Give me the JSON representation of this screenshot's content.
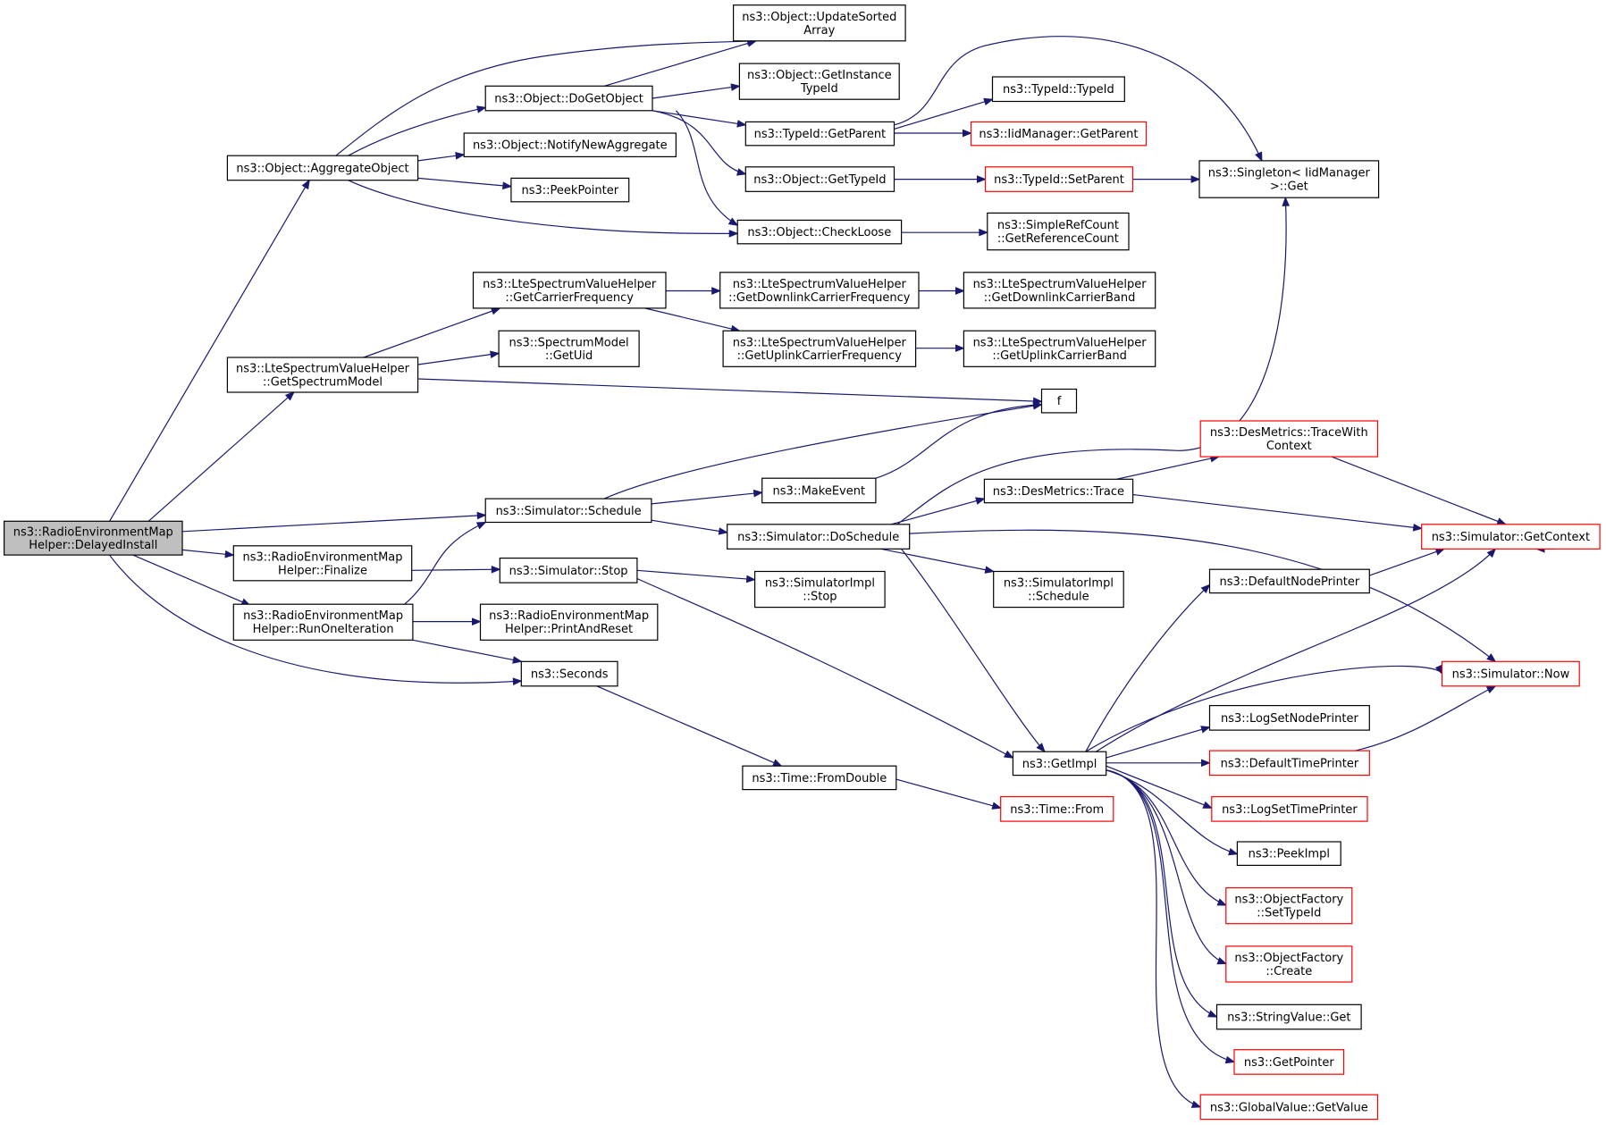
{
  "colors": {
    "edge": "#191970",
    "node_border": "#000000",
    "node_border_truncated": "#ff0000",
    "root_fill": "#bfbfbf",
    "node_fill": "#ffffff"
  },
  "nodes": [
    {
      "id": "root",
      "lines": [
        "ns3::RadioEnvironmentMap",
        "Helper::DelayedInstall"
      ],
      "style": "root"
    },
    {
      "id": "aggregate",
      "lines": [
        "ns3::Object::AggregateObject"
      ],
      "style": "normal"
    },
    {
      "id": "getspectrum",
      "lines": [
        "ns3::LteSpectrumValueHelper",
        "::GetSpectrumModel"
      ],
      "style": "normal"
    },
    {
      "id": "schedule",
      "lines": [
        "ns3::Simulator::Schedule"
      ],
      "style": "normal"
    },
    {
      "id": "finalize",
      "lines": [
        "ns3::RadioEnvironmentMap",
        "Helper::Finalize"
      ],
      "style": "normal"
    },
    {
      "id": "runone",
      "lines": [
        "ns3::RadioEnvironmentMap",
        "Helper::RunOneIteration"
      ],
      "style": "normal"
    },
    {
      "id": "seconds",
      "lines": [
        "ns3::Seconds"
      ],
      "style": "normal"
    },
    {
      "id": "dogetobject",
      "lines": [
        "ns3::Object::DoGetObject"
      ],
      "style": "normal"
    },
    {
      "id": "notify",
      "lines": [
        "ns3::Object::NotifyNewAggregate"
      ],
      "style": "normal"
    },
    {
      "id": "peekpointer",
      "lines": [
        "ns3::PeekPointer"
      ],
      "style": "normal"
    },
    {
      "id": "checkloose",
      "lines": [
        "ns3::Object::CheckLoose"
      ],
      "style": "normal"
    },
    {
      "id": "updatesorted",
      "lines": [
        "ns3::Object::UpdateSorted",
        "Array"
      ],
      "style": "normal"
    },
    {
      "id": "getinstance",
      "lines": [
        "ns3::Object::GetInstance",
        "TypeId"
      ],
      "style": "normal"
    },
    {
      "id": "getparent",
      "lines": [
        "ns3::TypeId::GetParent"
      ],
      "style": "normal"
    },
    {
      "id": "gettypeid",
      "lines": [
        "ns3::Object::GetTypeId"
      ],
      "style": "normal"
    },
    {
      "id": "typeidtypeid",
      "lines": [
        "ns3::TypeId::TypeId"
      ],
      "style": "normal"
    },
    {
      "id": "iidgetparent",
      "lines": [
        "ns3::IidManager::GetParent"
      ],
      "style": "truncated"
    },
    {
      "id": "setparent",
      "lines": [
        "ns3::TypeId::SetParent"
      ],
      "style": "truncated"
    },
    {
      "id": "singleton",
      "lines": [
        "ns3::Singleton< IidManager",
        "  >::Get"
      ],
      "style": "normal"
    },
    {
      "id": "refcount",
      "lines": [
        "ns3::SimpleRefCount",
        "::GetReferenceCount"
      ],
      "style": "normal"
    },
    {
      "id": "carrierfreq",
      "lines": [
        "ns3::LteSpectrumValueHelper",
        "::GetCarrierFrequency"
      ],
      "style": "normal"
    },
    {
      "id": "getuid",
      "lines": [
        "ns3::SpectrumModel",
        "::GetUid"
      ],
      "style": "normal"
    },
    {
      "id": "dlfreq",
      "lines": [
        "ns3::LteSpectrumValueHelper",
        "::GetDownlinkCarrierFrequency"
      ],
      "style": "normal"
    },
    {
      "id": "ulfreq",
      "lines": [
        "ns3::LteSpectrumValueHelper",
        "::GetUplinkCarrierFrequency"
      ],
      "style": "normal"
    },
    {
      "id": "dlband",
      "lines": [
        "ns3::LteSpectrumValueHelper",
        "::GetDownlinkCarrierBand"
      ],
      "style": "normal"
    },
    {
      "id": "ulband",
      "lines": [
        "ns3::LteSpectrumValueHelper",
        "::GetUplinkCarrierBand"
      ],
      "style": "normal"
    },
    {
      "id": "f",
      "lines": [
        "f"
      ],
      "style": "normal"
    },
    {
      "id": "makeevent",
      "lines": [
        "ns3::MakeEvent"
      ],
      "style": "normal"
    },
    {
      "id": "doschedule",
      "lines": [
        "ns3::Simulator::DoSchedule"
      ],
      "style": "normal"
    },
    {
      "id": "stop",
      "lines": [
        "ns3::Simulator::Stop"
      ],
      "style": "normal"
    },
    {
      "id": "printreset",
      "lines": [
        "ns3::RadioEnvironmentMap",
        "Helper::PrintAndReset"
      ],
      "style": "normal"
    },
    {
      "id": "fromdouble",
      "lines": [
        "ns3::Time::FromDouble"
      ],
      "style": "normal"
    },
    {
      "id": "timefrom",
      "lines": [
        "ns3::Time::From"
      ],
      "style": "truncated"
    },
    {
      "id": "implstop",
      "lines": [
        "ns3::SimulatorImpl",
        "::Stop"
      ],
      "style": "normal"
    },
    {
      "id": "destrace",
      "lines": [
        "ns3::DesMetrics::Trace"
      ],
      "style": "normal"
    },
    {
      "id": "implschedule",
      "lines": [
        "ns3::SimulatorImpl",
        "::Schedule"
      ],
      "style": "normal"
    },
    {
      "id": "getimpl",
      "lines": [
        "ns3::GetImpl"
      ],
      "style": "normal"
    },
    {
      "id": "tracewith",
      "lines": [
        "ns3::DesMetrics::TraceWith",
        "Context"
      ],
      "style": "truncated"
    },
    {
      "id": "getcontext",
      "lines": [
        "ns3::Simulator::GetContext"
      ],
      "style": "truncated"
    },
    {
      "id": "defnodeprinter",
      "lines": [
        "ns3::DefaultNodePrinter"
      ],
      "style": "normal"
    },
    {
      "id": "now",
      "lines": [
        "ns3::Simulator::Now"
      ],
      "style": "truncated"
    },
    {
      "id": "logsetnode",
      "lines": [
        "ns3::LogSetNodePrinter"
      ],
      "style": "normal"
    },
    {
      "id": "deftimeprinter",
      "lines": [
        "ns3::DefaultTimePrinter"
      ],
      "style": "truncated"
    },
    {
      "id": "logsettime",
      "lines": [
        "ns3::LogSetTimePrinter"
      ],
      "style": "truncated"
    },
    {
      "id": "peekimpl",
      "lines": [
        "ns3::PeekImpl"
      ],
      "style": "normal"
    },
    {
      "id": "settypeid",
      "lines": [
        "ns3::ObjectFactory",
        "::SetTypeId"
      ],
      "style": "truncated"
    },
    {
      "id": "create",
      "lines": [
        "ns3::ObjectFactory",
        "::Create"
      ],
      "style": "truncated"
    },
    {
      "id": "stringget",
      "lines": [
        "ns3::StringValue::Get"
      ],
      "style": "normal"
    },
    {
      "id": "getpointer",
      "lines": [
        "ns3::GetPointer"
      ],
      "style": "truncated"
    },
    {
      "id": "globalget",
      "lines": [
        "ns3::GlobalValue::GetValue"
      ],
      "style": "truncated"
    }
  ]
}
